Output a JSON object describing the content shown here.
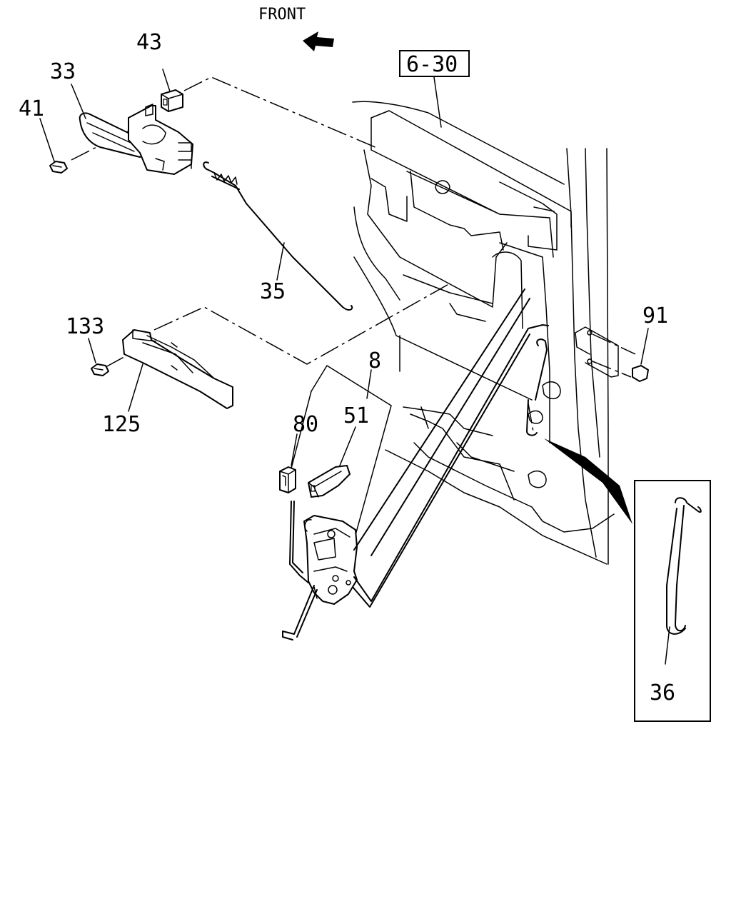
{
  "orientation": {
    "front_label": "FRONT"
  },
  "reference": {
    "box_label": "6-30"
  },
  "callouts": [
    {
      "id": "43",
      "text": "43",
      "part": "clip"
    },
    {
      "id": "33",
      "text": "33",
      "part": "inside-door-handle"
    },
    {
      "id": "41",
      "text": "41",
      "part": "screw"
    },
    {
      "id": "35",
      "text": "35",
      "part": "handle-rod"
    },
    {
      "id": "133",
      "text": "133",
      "part": "screw"
    },
    {
      "id": "125",
      "text": "125",
      "part": "lock-knob-bracket"
    },
    {
      "id": "8",
      "text": "8",
      "part": "door-lock-assembly"
    },
    {
      "id": "80",
      "text": "80",
      "part": "rod-clip"
    },
    {
      "id": "51",
      "text": "51",
      "part": "lock-actuator-clip"
    },
    {
      "id": "91",
      "text": "91",
      "part": "bolt"
    },
    {
      "id": "36",
      "text": "36",
      "part": "lock-rod"
    }
  ]
}
